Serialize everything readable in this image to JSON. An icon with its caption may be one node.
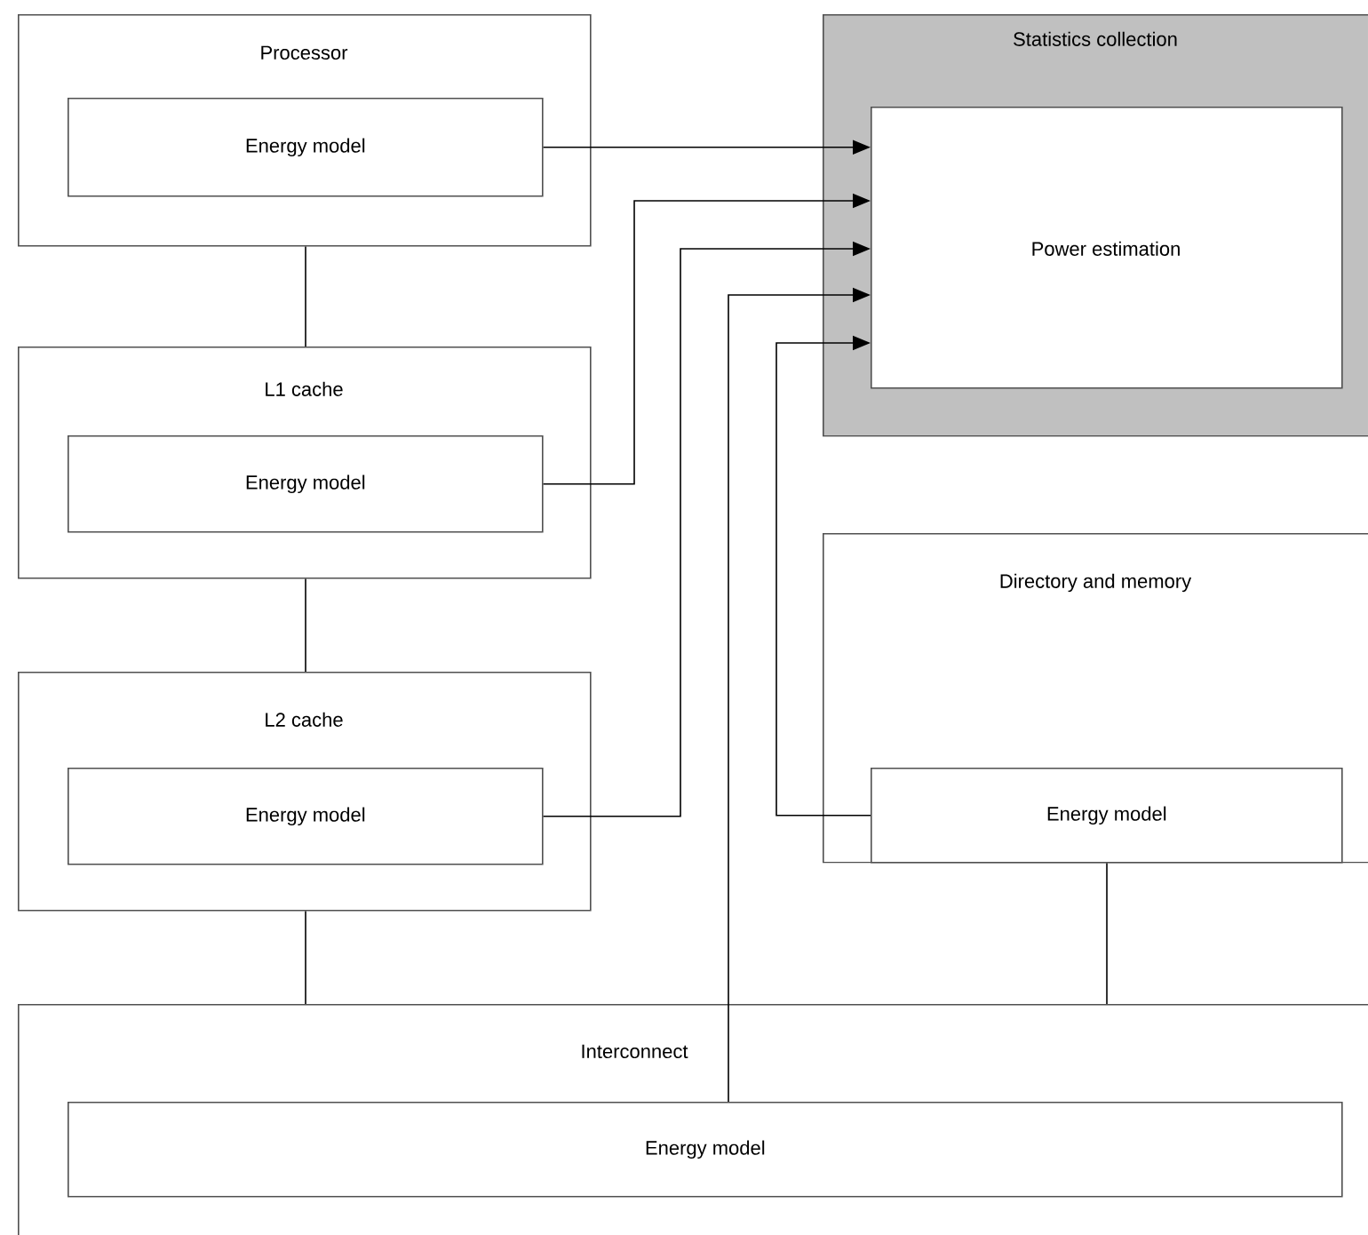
{
  "diagram": {
    "nodes": [
      {
        "text": [
          "Processor"
        ]
      },
      {
        "text": [
          "Energy model"
        ],
        "in": 0
      },
      {
        "text": [
          "Statistics collection"
        ]
      },
      {
        "text": [
          "Power estimation"
        ],
        "in": 2
      },
      {
        "text": [
          "L1 cache"
        ]
      },
      {
        "text": [
          "Energy model"
        ],
        "in": 4
      },
      {
        "text": [
          "Directory and memory"
        ]
      },
      {
        "text": [
          "Energy model"
        ],
        "in": 6
      },
      {
        "text": [
          "L2 cache"
        ]
      },
      {
        "text": [
          "Energy model"
        ],
        "in": 8
      },
      {
        "text": [
          "Interconnect"
        ]
      },
      {
        "text": [
          "Energy model"
        ],
        "in": 10
      }
    ],
    "edges": [
      {
        "from": 1,
        "to": 3,
        "arrow": "to"
      },
      {
        "from": 5,
        "to": 3,
        "arrow": "to"
      },
      {
        "from": 9,
        "to": 3,
        "arrow": "to"
      },
      {
        "from": 11,
        "to": 3,
        "arrow": "to"
      },
      {
        "from": 7,
        "to": 3,
        "arrow": "to"
      },
      {
        "from": 0,
        "to": 4,
        "arrow": "none"
      },
      {
        "from": 4,
        "to": 8,
        "arrow": "none"
      },
      {
        "from": 8,
        "to": 10,
        "arrow": "none"
      },
      {
        "from": 6,
        "to": 10,
        "arrow": "none"
      }
    ]
  }
}
